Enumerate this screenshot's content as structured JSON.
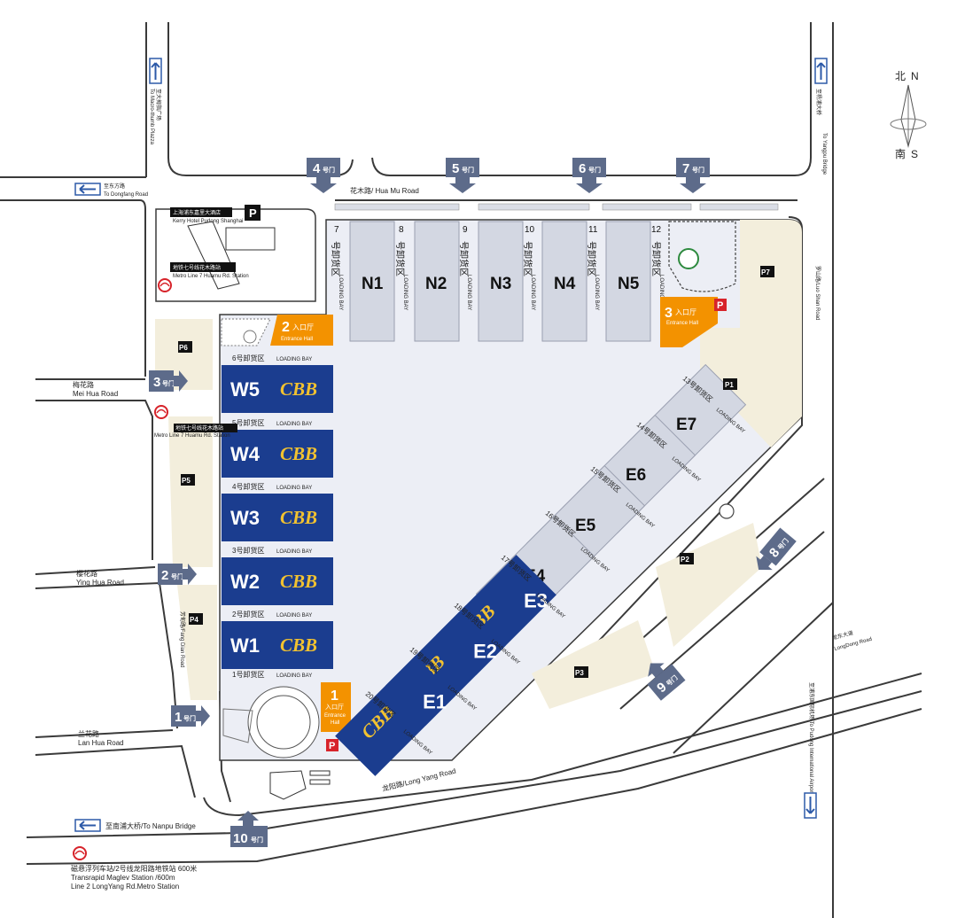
{
  "roads": {
    "hua_mu": "花木路/ Hua Mu Road",
    "dongfang": "至东方路",
    "dongfang_en": "To Dongfang Road",
    "mazhi_cn": "至大拇指广场",
    "mazhi_en": "To Macro-thumb Plazza",
    "yangpu_cn": "至杨浦大桥",
    "yangpu_en": "To Yangpu Bridge",
    "luoshan": "罗山路/Luo Shan Road",
    "meihua_cn": "梅花路",
    "meihua_en": "Mei Hua Road",
    "yinghua_cn": "樱花路",
    "yinghua_en": "Ying Hua Road",
    "fangdian": "芳甸路/Fang Dian Road",
    "lanhua_cn": "兰花路",
    "lanhua_en": "Lan Hua Road",
    "longyang": "龙阳路/Long Yang Road",
    "nanpu": "至南浦大桥/To Nanpu Bridge",
    "longdong_cn": "龙东大道",
    "longdong_en": "LongDong Road",
    "airport": "至浦东国际机场 To Pudong International Airport"
  },
  "compass": {
    "north_cn": "北",
    "north": "N",
    "south_cn": "南",
    "south": "S"
  },
  "gates": {
    "g1": "1",
    "g2": "2",
    "g3": "3",
    "g4": "4",
    "g5": "5",
    "g6": "6",
    "g7": "7",
    "g8": "8",
    "g9": "9",
    "g10": "10",
    "suffix": "号门"
  },
  "entrances": {
    "e1_num": "1",
    "e2_num": "2",
    "e3_num": "3",
    "cn": "入口厅",
    "en": "Entrance Hall",
    "en_a": "Entrance",
    "en_b": "Hall"
  },
  "parking": {
    "p": "P",
    "p1": "P1",
    "p2": "P2",
    "p3": "P3",
    "p4": "P4",
    "p5": "P5",
    "p6": "P6",
    "p7": "P7"
  },
  "halls": {
    "n1": "N1",
    "n2": "N2",
    "n3": "N3",
    "n4": "N4",
    "n5": "N5",
    "w1": "W1",
    "w2": "W2",
    "w3": "W3",
    "w4": "W4",
    "w5": "W5",
    "e1": "E1",
    "e2": "E2",
    "e3": "E3",
    "e4": "E4",
    "e5": "E5",
    "e6": "E6",
    "e7": "E7",
    "cbb": "CBB"
  },
  "loading_bays": {
    "lb1": "1号卸货区",
    "lb2": "2号卸货区",
    "lb3": "3号卸货区",
    "lb4": "4号卸货区",
    "lb5": "5号卸货区",
    "lb6": "6号卸货区",
    "lb7_num": "7",
    "lb8_num": "8",
    "lb9_num": "9",
    "lb10_num": "10",
    "lb11_num": "11",
    "lb12_num": "12",
    "lb_cn": "号卸货区",
    "lb13": "13号卸货区",
    "lb14": "14号卸货区",
    "lb15": "15号卸货区",
    "lb16": "16号卸货区",
    "lb17": "17号卸货区",
    "lb18": "18号卸货区",
    "lb19": "19号卸货区",
    "lb20": "20号卸货区",
    "en": "LOADING BAY"
  },
  "hotel": {
    "cn": "上海浦东嘉里大酒店",
    "en": "Kerry Hotel Pudong Shanghai"
  },
  "metro": {
    "line7_cn": "地铁七号线花木路站",
    "line7_en": "Metro Line 7 Huamu Rd. Station",
    "maglev_cn": "磁悬浮列车站/2号线龙阳路地铁站  600米",
    "maglev_en": "Transrapid Maglev Station  /600m",
    "line2_en": "Line 2 LongYang Rd.Metro Station"
  },
  "colors": {
    "blue_hall": "#1b3d8f",
    "grey_hall": "#d3d7e2",
    "cbb_gold": "#f2c230",
    "entrance_orange": "#f39200",
    "gate_blue": "#5d6b8a",
    "parking_beige": "#f3eedc",
    "metro_red": "#d7232a"
  }
}
